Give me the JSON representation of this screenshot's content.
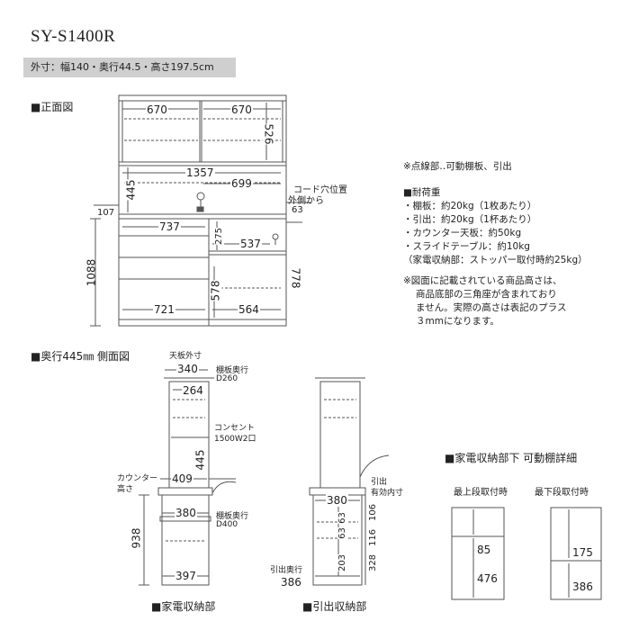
{
  "header": {
    "model": "SY-S1400R",
    "outer_dims": "外寸：幅140・奥行44.5・高さ197.5cm"
  },
  "front_view": {
    "title": "■正面図",
    "dims": {
      "top_left_width": "670",
      "top_right_width": "670",
      "upper_height": "526",
      "inner_width": "1357",
      "counter_space_height": "445",
      "counter_width": "699",
      "left_offset": "107",
      "drawer_width": "737",
      "small_height": "275",
      "right_inner_width": "537",
      "cord_offset": "63",
      "total_height": "1088",
      "lower_right_height": "778",
      "lower_inner_height": "578",
      "bottom_left_width": "721",
      "bottom_right_width": "564"
    },
    "cord_label_1": "コード穴位置",
    "cord_label_2": "外側から"
  },
  "notes": {
    "dotted": "※点線部‥可動棚板、引出",
    "load_title": "■耐荷重",
    "load_items": [
      "・棚板：約20kg（1枚あたり）",
      "・引出：約20kg（1杯あたり）",
      "・カウンター天板：約50kg",
      "・スライドテーブル：約10kg",
      "（家電収納部：ストッパー取付時約25kg）"
    ],
    "height_note": [
      "※図面に記載されている商品高さは、",
      "商品底部の三角座が含まれており",
      "ません。実際の高さは表記のプラス",
      "３mmになります。"
    ]
  },
  "side_view": {
    "title": "■奥行445㎜ 側面図",
    "top_outer_label": "天板外寸",
    "top_outer": "340",
    "shelf_depth_label": "棚板奥行",
    "shelf_depth_val": "D260",
    "upper_depth": "264",
    "outlet_label_1": "コンセント",
    "outlet_label_2": "1500W2口",
    "counter_depth": "409",
    "counter_h": "445",
    "counter_label_1": "カウンター",
    "counter_label_2": "高さ",
    "slide_depth": "380",
    "lower_shelf_label": "棚板奥行",
    "lower_shelf_val": "D400",
    "base_depth": "397",
    "base_height": "938",
    "appliance_caption": "■家電収納部"
  },
  "drawer_view": {
    "inner_label_1": "引出",
    "inner_label_2": "有効内寸",
    "inner_depth": "380",
    "h1": "63",
    "h2": "63",
    "h3": "203",
    "side_h1": "106",
    "side_h2": "116",
    "side_h3": "328",
    "drawer_depth_label": "引出奥行",
    "drawer_depth": "386",
    "caption": "■引出収納部"
  },
  "detail_view": {
    "title": "■家電収納部下 可動棚詳細",
    "top_label": "最上段取付時",
    "bottom_label": "最下段取付時",
    "top_upper": "85",
    "top_lower": "476",
    "bottom_upper": "175",
    "bottom_lower": "386"
  }
}
